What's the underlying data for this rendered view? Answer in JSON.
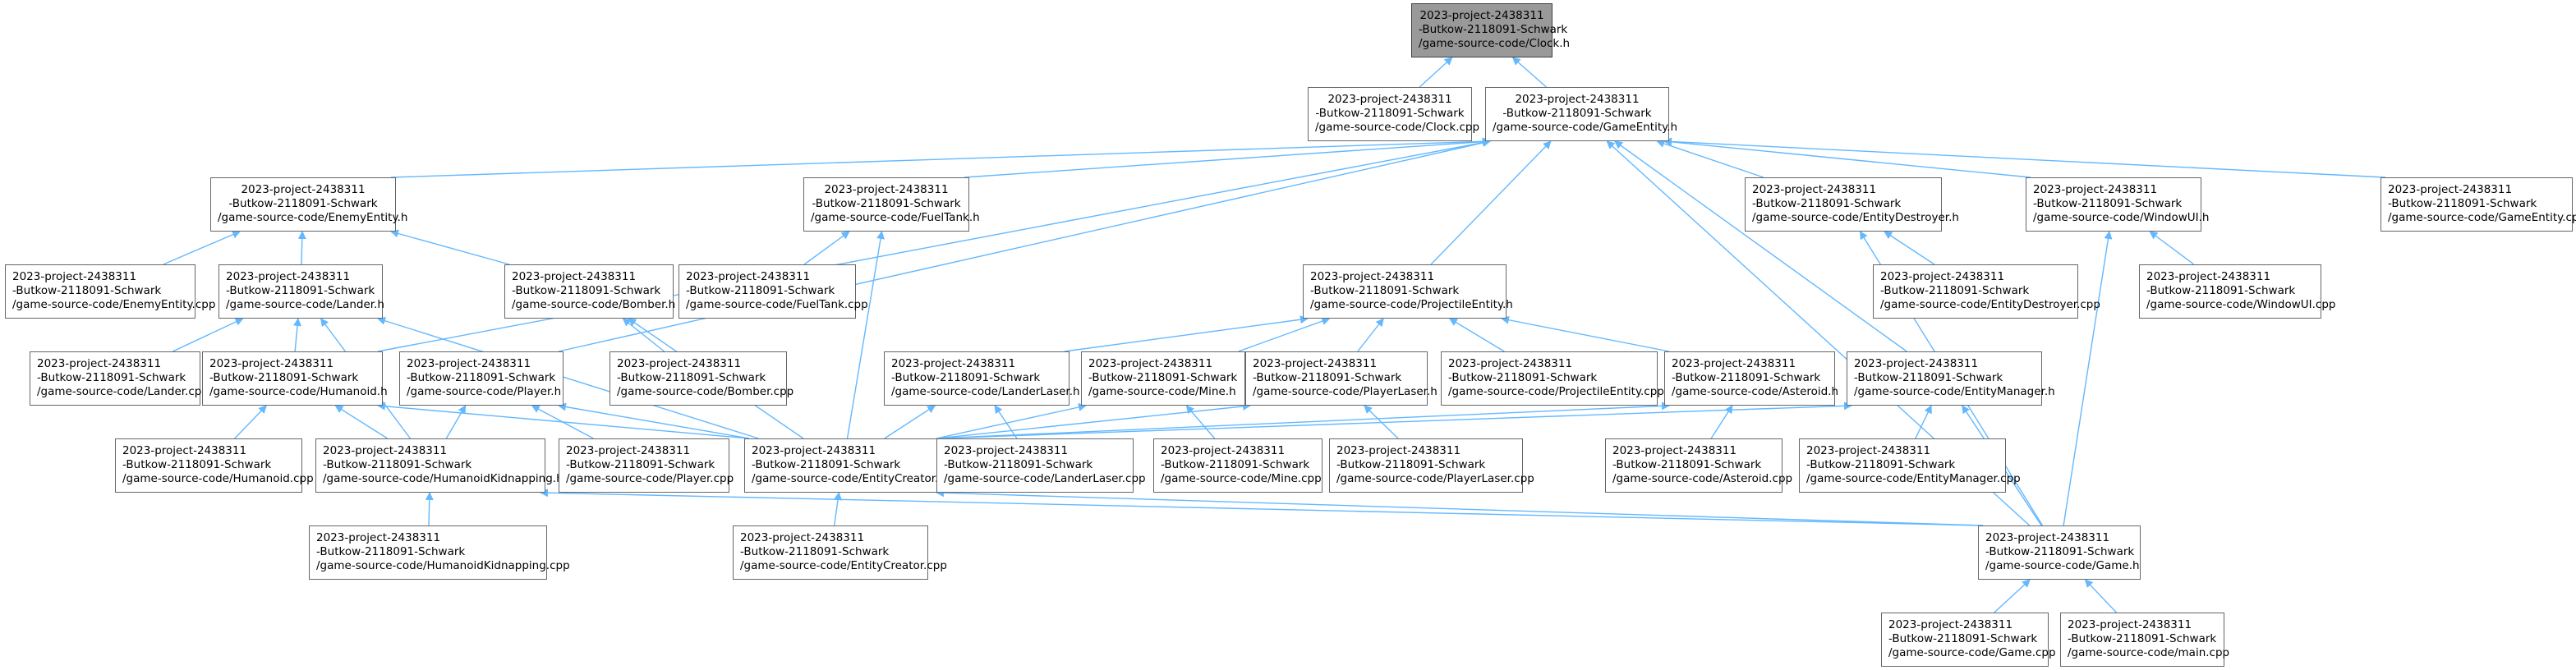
{
  "diagram": {
    "colors": {
      "edge": "#63b8ff",
      "node_border": "#666666",
      "root_fill": "#999999"
    },
    "nodes": [
      {
        "id": "clock_h",
        "lines": [
          "2023-project-2438311",
          "-Butkow-2118091-Schwark",
          "/game-source-code/Clock.h"
        ],
        "root": true
      },
      {
        "id": "clock_cpp",
        "lines": [
          "2023-project-2438311",
          "-Butkow-2118091-Schwark",
          "/game-source-code/Clock.cpp"
        ]
      },
      {
        "id": "gameentity_h",
        "lines": [
          "2023-project-2438311",
          "-Butkow-2118091-Schwark",
          "/game-source-code/GameEntity.h"
        ]
      },
      {
        "id": "enemyentity_h",
        "lines": [
          "2023-project-2438311",
          "-Butkow-2118091-Schwark",
          "/game-source-code/EnemyEntity.h"
        ]
      },
      {
        "id": "fueltank_h",
        "lines": [
          "2023-project-2438311",
          "-Butkow-2118091-Schwark",
          "/game-source-code/FuelTank.h"
        ]
      },
      {
        "id": "entitydestroyer_h",
        "lines": [
          "2023-project-2438311",
          "-Butkow-2118091-Schwark",
          "/game-source-code/EntityDestroyer.h"
        ]
      },
      {
        "id": "windowui_h",
        "lines": [
          "2023-project-2438311",
          "-Butkow-2118091-Schwark",
          "/game-source-code/WindowUI.h"
        ]
      },
      {
        "id": "gameentity_cpp",
        "lines": [
          "2023-project-2438311",
          "-Butkow-2118091-Schwark",
          "/game-source-code/GameEntity.cpp"
        ]
      },
      {
        "id": "enemyentity_cpp",
        "lines": [
          "2023-project-2438311",
          "-Butkow-2118091-Schwark",
          "/game-source-code/EnemyEntity.cpp"
        ]
      },
      {
        "id": "lander_h",
        "lines": [
          "2023-project-2438311",
          "-Butkow-2118091-Schwark",
          "/game-source-code/Lander.h"
        ]
      },
      {
        "id": "bomber_h",
        "lines": [
          "2023-project-2438311",
          "-Butkow-2118091-Schwark",
          "/game-source-code/Bomber.h"
        ]
      },
      {
        "id": "fueltank_cpp",
        "lines": [
          "2023-project-2438311",
          "-Butkow-2118091-Schwark",
          "/game-source-code/FuelTank.cpp"
        ]
      },
      {
        "id": "projectileentity_h",
        "lines": [
          "2023-project-2438311",
          "-Butkow-2118091-Schwark",
          "/game-source-code/ProjectileEntity.h"
        ]
      },
      {
        "id": "entitydestroyer_cpp",
        "lines": [
          "2023-project-2438311",
          "-Butkow-2118091-Schwark",
          "/game-source-code/EntityDestroyer.cpp"
        ]
      },
      {
        "id": "windowui_cpp",
        "lines": [
          "2023-project-2438311",
          "-Butkow-2118091-Schwark",
          "/game-source-code/WindowUI.cpp"
        ]
      },
      {
        "id": "lander_cpp",
        "lines": [
          "2023-project-2438311",
          "-Butkow-2118091-Schwark",
          "/game-source-code/Lander.cpp"
        ]
      },
      {
        "id": "humanoid_h",
        "lines": [
          "2023-project-2438311",
          "-Butkow-2118091-Schwark",
          "/game-source-code/Humanoid.h"
        ]
      },
      {
        "id": "player_h",
        "lines": [
          "2023-project-2438311",
          "-Butkow-2118091-Schwark",
          "/game-source-code/Player.h"
        ]
      },
      {
        "id": "bomber_cpp",
        "lines": [
          "2023-project-2438311",
          "-Butkow-2118091-Schwark",
          "/game-source-code/Bomber.cpp"
        ]
      },
      {
        "id": "landerlaser_h",
        "lines": [
          "2023-project-2438311",
          "-Butkow-2118091-Schwark",
          "/game-source-code/LanderLaser.h"
        ]
      },
      {
        "id": "mine_h",
        "lines": [
          "2023-project-2438311",
          "-Butkow-2118091-Schwark",
          "/game-source-code/Mine.h"
        ]
      },
      {
        "id": "playerlaser_h",
        "lines": [
          "2023-project-2438311",
          "-Butkow-2118091-Schwark",
          "/game-source-code/PlayerLaser.h"
        ]
      },
      {
        "id": "projectileentity_cpp",
        "lines": [
          "2023-project-2438311",
          "-Butkow-2118091-Schwark",
          "/game-source-code/ProjectileEntity.cpp"
        ]
      },
      {
        "id": "asteroid_h",
        "lines": [
          "2023-project-2438311",
          "-Butkow-2118091-Schwark",
          "/game-source-code/Asteroid.h"
        ]
      },
      {
        "id": "entitymanager_h",
        "lines": [
          "2023-project-2438311",
          "-Butkow-2118091-Schwark",
          "/game-source-code/EntityManager.h"
        ]
      },
      {
        "id": "humanoid_cpp",
        "lines": [
          "2023-project-2438311",
          "-Butkow-2118091-Schwark",
          "/game-source-code/Humanoid.cpp"
        ]
      },
      {
        "id": "humanoidkidnapping_h",
        "lines": [
          "2023-project-2438311",
          "-Butkow-2118091-Schwark",
          "/game-source-code/HumanoidKidnapping.h"
        ]
      },
      {
        "id": "player_cpp",
        "lines": [
          "2023-project-2438311",
          "-Butkow-2118091-Schwark",
          "/game-source-code/Player.cpp"
        ]
      },
      {
        "id": "entitycreator_h",
        "lines": [
          "2023-project-2438311",
          "-Butkow-2118091-Schwark",
          "/game-source-code/EntityCreator.h"
        ]
      },
      {
        "id": "landerlaser_cpp",
        "lines": [
          "2023-project-2438311",
          "-Butkow-2118091-Schwark",
          "/game-source-code/LanderLaser.cpp"
        ]
      },
      {
        "id": "mine_cpp",
        "lines": [
          "2023-project-2438311",
          "-Butkow-2118091-Schwark",
          "/game-source-code/Mine.cpp"
        ]
      },
      {
        "id": "playerlaser_cpp",
        "lines": [
          "2023-project-2438311",
          "-Butkow-2118091-Schwark",
          "/game-source-code/PlayerLaser.cpp"
        ]
      },
      {
        "id": "asteroid_cpp",
        "lines": [
          "2023-project-2438311",
          "-Butkow-2118091-Schwark",
          "/game-source-code/Asteroid.cpp"
        ]
      },
      {
        "id": "entitymanager_cpp",
        "lines": [
          "2023-project-2438311",
          "-Butkow-2118091-Schwark",
          "/game-source-code/EntityManager.cpp"
        ]
      },
      {
        "id": "humanoidkidnapping_cpp",
        "lines": [
          "2023-project-2438311",
          "-Butkow-2118091-Schwark",
          "/game-source-code/HumanoidKidnapping.cpp"
        ]
      },
      {
        "id": "entitycreator_cpp",
        "lines": [
          "2023-project-2438311",
          "-Butkow-2118091-Schwark",
          "/game-source-code/EntityCreator.cpp"
        ]
      },
      {
        "id": "game_h",
        "lines": [
          "2023-project-2438311",
          "-Butkow-2118091-Schwark",
          "/game-source-code/Game.h"
        ]
      },
      {
        "id": "game_cpp",
        "lines": [
          "2023-project-2438311",
          "-Butkow-2118091-Schwark",
          "/game-source-code/Game.cpp"
        ]
      },
      {
        "id": "main_cpp",
        "lines": [
          "2023-project-2438311",
          "-Butkow-2118091-Schwark",
          "/game-source-code/main.cpp"
        ]
      }
    ],
    "edges": [
      [
        "clock_cpp",
        "clock_h"
      ],
      [
        "gameentity_h",
        "clock_h"
      ],
      [
        "enemyentity_h",
        "gameentity_h"
      ],
      [
        "fueltank_h",
        "gameentity_h"
      ],
      [
        "entitydestroyer_h",
        "gameentity_h"
      ],
      [
        "windowui_h",
        "gameentity_h"
      ],
      [
        "gameentity_cpp",
        "gameentity_h"
      ],
      [
        "projectileentity_h",
        "gameentity_h"
      ],
      [
        "humanoid_h",
        "gameentity_h"
      ],
      [
        "player_h",
        "gameentity_h"
      ],
      [
        "entitymanager_h",
        "gameentity_h"
      ],
      [
        "game_h",
        "gameentity_h"
      ],
      [
        "enemyentity_cpp",
        "enemyentity_h"
      ],
      [
        "lander_h",
        "enemyentity_h"
      ],
      [
        "bomber_h",
        "enemyentity_h"
      ],
      [
        "fueltank_cpp",
        "fueltank_h"
      ],
      [
        "entitycreator_h",
        "fueltank_h"
      ],
      [
        "entitydestroyer_cpp",
        "entitydestroyer_h"
      ],
      [
        "game_h",
        "entitydestroyer_h"
      ],
      [
        "windowui_cpp",
        "windowui_h"
      ],
      [
        "game_h",
        "windowui_h"
      ],
      [
        "lander_cpp",
        "lander_h"
      ],
      [
        "humanoid_h",
        "lander_h"
      ],
      [
        "humanoidkidnapping_h",
        "lander_h"
      ],
      [
        "entitycreator_h",
        "lander_h"
      ],
      [
        "bomber_cpp",
        "bomber_h"
      ],
      [
        "entitycreator_h",
        "bomber_h"
      ],
      [
        "landerlaser_h",
        "projectileentity_h"
      ],
      [
        "mine_h",
        "projectileentity_h"
      ],
      [
        "playerlaser_h",
        "projectileentity_h"
      ],
      [
        "projectileentity_cpp",
        "projectileentity_h"
      ],
      [
        "asteroid_h",
        "projectileentity_h"
      ],
      [
        "humanoid_cpp",
        "humanoid_h"
      ],
      [
        "humanoidkidnapping_h",
        "humanoid_h"
      ],
      [
        "entitycreator_h",
        "humanoid_h"
      ],
      [
        "player_cpp",
        "player_h"
      ],
      [
        "humanoidkidnapping_h",
        "player_h"
      ],
      [
        "entitycreator_h",
        "player_h"
      ],
      [
        "entitycreator_h",
        "landerlaser_h"
      ],
      [
        "landerlaser_cpp",
        "landerlaser_h"
      ],
      [
        "entitycreator_h",
        "mine_h"
      ],
      [
        "mine_cpp",
        "mine_h"
      ],
      [
        "entitycreator_h",
        "playerlaser_h"
      ],
      [
        "playerlaser_cpp",
        "playerlaser_h"
      ],
      [
        "entitycreator_h",
        "asteroid_h"
      ],
      [
        "asteroid_cpp",
        "asteroid_h"
      ],
      [
        "entitycreator_h",
        "entitymanager_h"
      ],
      [
        "entitymanager_cpp",
        "entitymanager_h"
      ],
      [
        "game_h",
        "entitymanager_h"
      ],
      [
        "humanoidkidnapping_cpp",
        "humanoidkidnapping_h"
      ],
      [
        "game_h",
        "humanoidkidnapping_h"
      ],
      [
        "entitycreator_cpp",
        "entitycreator_h"
      ],
      [
        "game_h",
        "entitycreator_h"
      ],
      [
        "game_cpp",
        "game_h"
      ],
      [
        "main_cpp",
        "game_h"
      ]
    ]
  }
}
